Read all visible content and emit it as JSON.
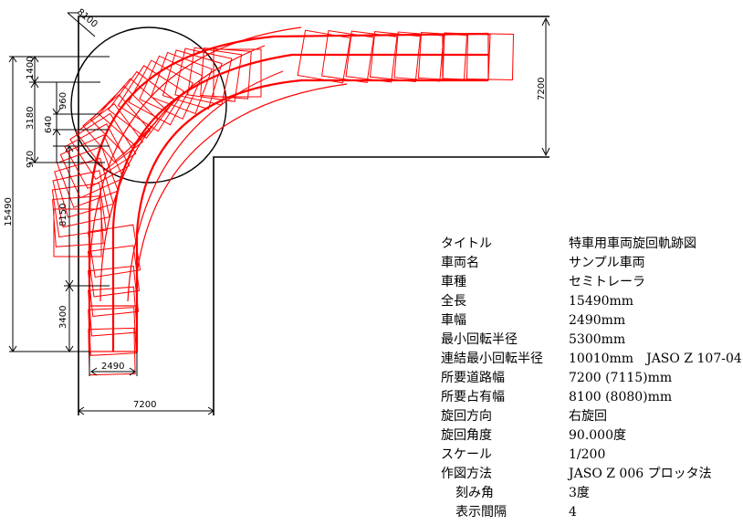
{
  "dimensions": {
    "top_diag": "8100",
    "right_height": "7200",
    "bottom_width": "7200",
    "vehicle_width": "2490",
    "total_length": "15490",
    "seg_1400": "1400",
    "seg_3180": "3180",
    "seg_960": "960",
    "seg_640": "640",
    "seg_970": "970",
    "seg_8150": "8150",
    "seg_3400": "3400"
  },
  "spec": [
    {
      "label": "タイトル",
      "value": "特車用車両旋回軌跡図"
    },
    {
      "label": "車両名",
      "value": "サンプル車両"
    },
    {
      "label": "車種",
      "value": "セミトレーラ"
    },
    {
      "label": "全長",
      "value": "15490mm"
    },
    {
      "label": "車幅",
      "value": "2490mm"
    },
    {
      "label": "最小回転半径",
      "value": "5300mm"
    },
    {
      "label": "連結最小回転半径",
      "value": "10010mm　JASO Z 107-04"
    },
    {
      "label": "所要道路幅",
      "value": "7200 (7115)mm"
    },
    {
      "label": "所要占有幅",
      "value": "8100 (8080)mm"
    },
    {
      "label": "旋回方向",
      "value": "右旋回"
    },
    {
      "label": "旋回角度",
      "value": "90.000度"
    },
    {
      "label": "スケール",
      "value": "1/200"
    },
    {
      "label": "作図方法",
      "value": "JASO Z 006 プロッタ法"
    },
    {
      "label": "刻み角",
      "value": "3度"
    },
    {
      "label": "表示間隔",
      "value": "4"
    }
  ],
  "colors": {
    "trajectory": "#ff0000",
    "lines": "#000000"
  }
}
